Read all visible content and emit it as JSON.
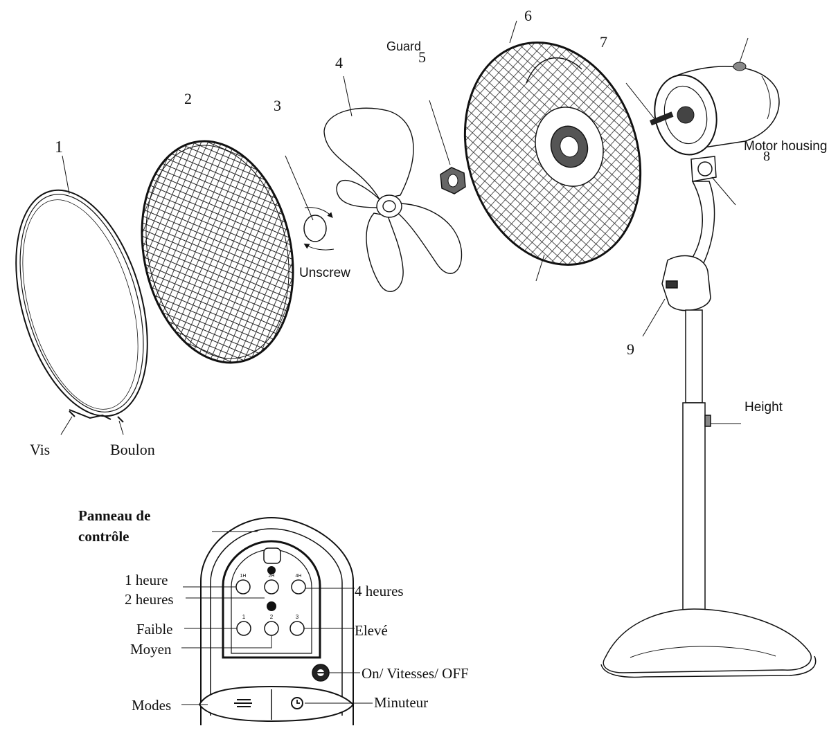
{
  "diagram": {
    "parts": [
      {
        "number": "1"
      },
      {
        "number": "2"
      },
      {
        "number": "3"
      },
      {
        "number": "4"
      },
      {
        "number": "5",
        "label": "Guard"
      },
      {
        "number": "6"
      },
      {
        "number": "7"
      },
      {
        "number": "8",
        "label": "Motor housing"
      },
      {
        "number": "9"
      }
    ],
    "callouts": {
      "unscrew": "Unscrew",
      "height": "Height",
      "vis": "Vis",
      "boulon": "Boulon"
    }
  },
  "control_panel": {
    "title_line1": "Panneau de",
    "title_line2": "contrôle",
    "labels": {
      "h1": "1 heure",
      "h2": "2 heures",
      "h4": "4 heures",
      "low": "Faible",
      "mid": "Moyen",
      "high": "Elevé",
      "power": "On/ Vitesses/ OFF",
      "modes": "Modes",
      "timer": "Minuteur"
    },
    "button_glyphs": {
      "b1h": "1H",
      "b2h": "2H",
      "b4h": "4H",
      "s1": "1",
      "s2": "2",
      "s3": "3"
    }
  }
}
